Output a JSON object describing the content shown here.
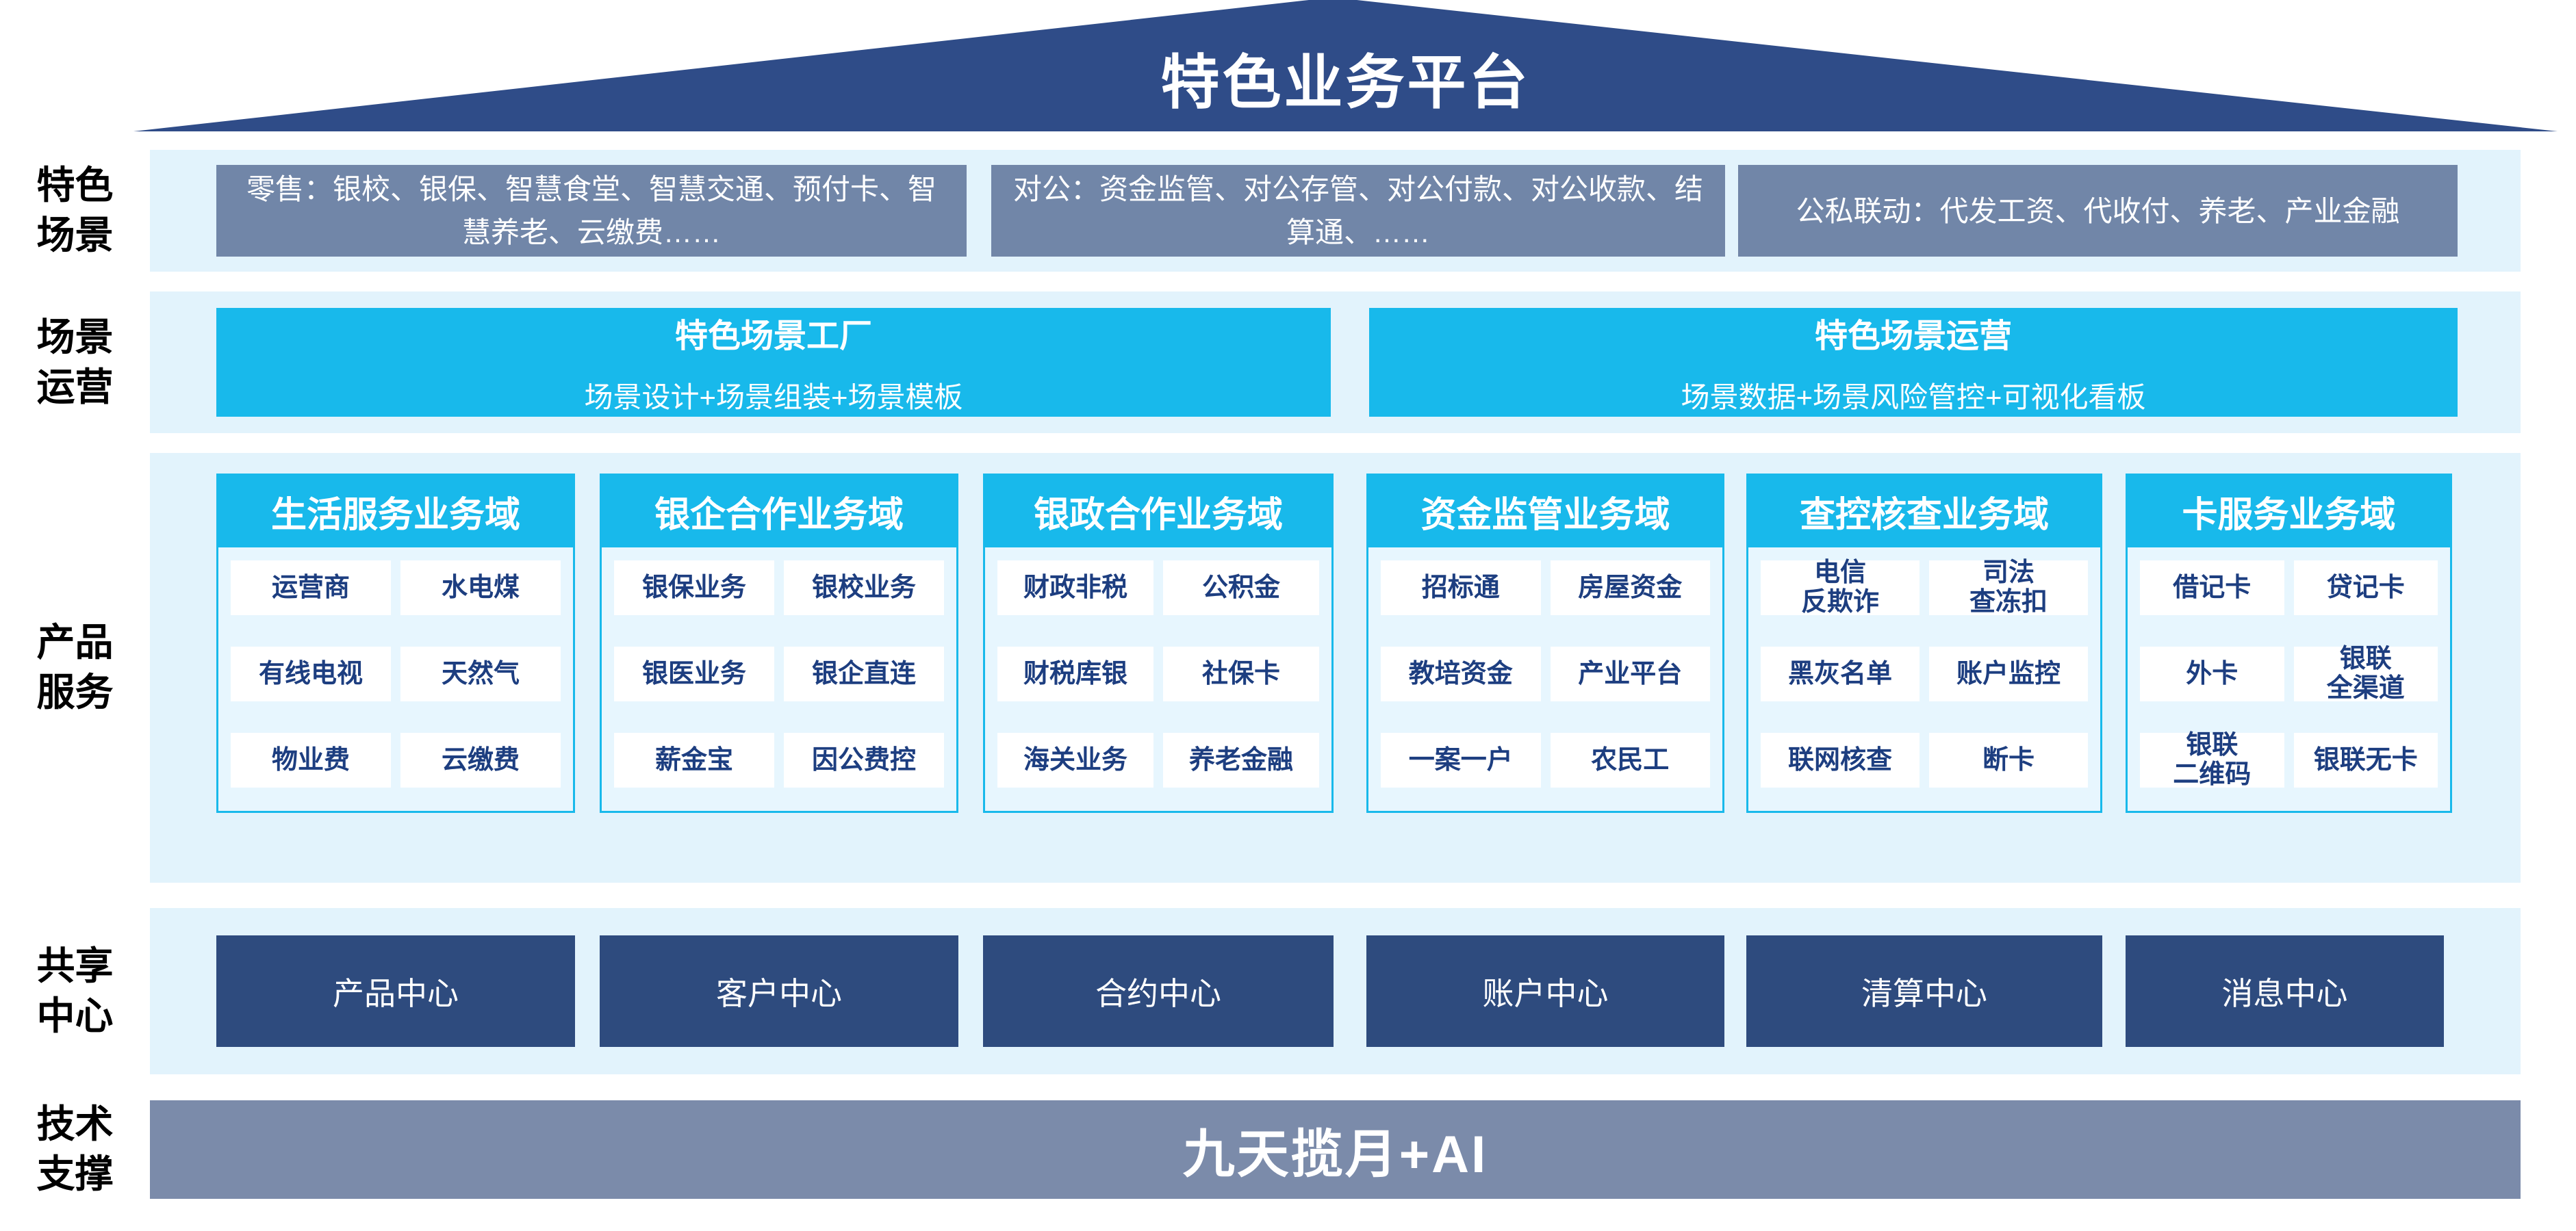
{
  "roof": {
    "title": "特色业务平台"
  },
  "side_labels": {
    "scene": "特色\n场景",
    "operation": "场景\n运营",
    "product": "产品\n服务",
    "share": "共享\n中心",
    "tech": "技术\n支撑"
  },
  "scene_row": {
    "retail": "零售：银校、银保、智慧食堂、智慧交通、预付卡、智慧养老、云缴费……",
    "corporate": "对公：资金监管、对公存管、对公付款、对公收款、结算通、……",
    "linkage": "公私联动：代发工资、代收付、养老、产业金融"
  },
  "operation_row": {
    "factory": {
      "title": "特色场景工厂",
      "subtitle": "场景设计+场景组装+场景模板"
    },
    "operation": {
      "title": "特色场景运营",
      "subtitle": "场景数据+场景风险管控+可视化看板"
    }
  },
  "product_row": {
    "columns": [
      {
        "header": "生活服务业务域",
        "cells": [
          "运营商",
          "水电煤",
          "有线电视",
          "天然气",
          "物业费",
          "云缴费"
        ]
      },
      {
        "header": "银企合作业务域",
        "cells": [
          "银保业务",
          "银校业务",
          "银医业务",
          "银企直连",
          "薪金宝",
          "因公费控"
        ]
      },
      {
        "header": "银政合作业务域",
        "cells": [
          "财政非税",
          "公积金",
          "财税库银",
          "社保卡",
          "海关业务",
          "养老金融"
        ]
      },
      {
        "header": "资金监管业务域",
        "cells": [
          "招标通",
          "房屋资金",
          "教培资金",
          "产业平台",
          "一案一户",
          "农民工"
        ]
      },
      {
        "header": "查控核查业务域",
        "cells": [
          "电信\n反欺诈",
          "司法\n查冻扣",
          "黑灰名单",
          "账户监控",
          "联网核查",
          "断卡"
        ]
      },
      {
        "header": "卡服务业务域",
        "cells": [
          "借记卡",
          "贷记卡",
          "外卡",
          "银联\n全渠道",
          "银联\n二维码",
          "银联无卡"
        ]
      }
    ]
  },
  "share_row": {
    "centers": [
      "产品中心",
      "客户中心",
      "合约中心",
      "账户中心",
      "清算中心",
      "消息中心"
    ]
  },
  "tech_row": {
    "label": "九天揽月+AI"
  },
  "colors": {
    "roof": "#2F4C88",
    "scene_box": "#7186A8",
    "panel_bg": "#E2F3FC",
    "accent_cyan": "#18B9EB",
    "cell_text": "#1D3E80",
    "center_box": "#2E4B7E",
    "tech_bar": "#7B8BAA"
  }
}
